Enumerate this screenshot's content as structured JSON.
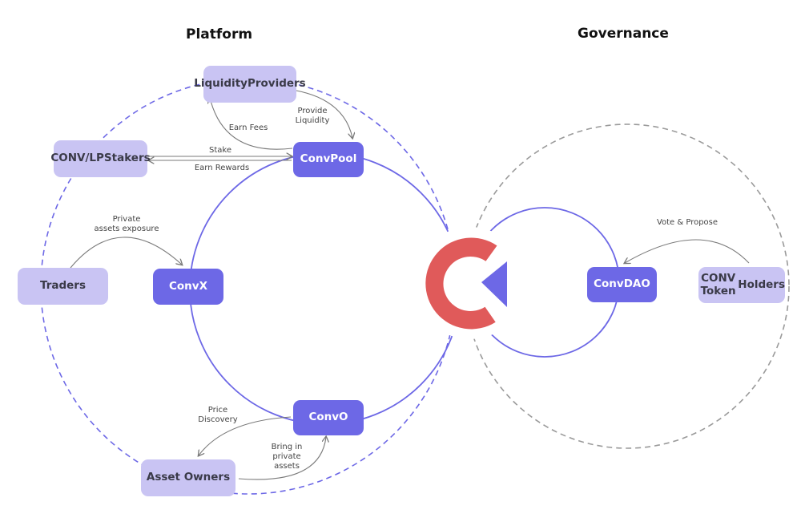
{
  "titles": {
    "platform": "Platform",
    "governance": "Governance"
  },
  "nodes": {
    "liquidity_providers": [
      "Liquidity",
      "Providers"
    ],
    "stakers": [
      "CONV/LP",
      "Stakers"
    ],
    "traders": "Traders",
    "asset_owners": "Asset Owners",
    "conv_token_holders": [
      "CONV Token",
      "Holders"
    ],
    "convpool": "ConvPool",
    "convx": "ConvX",
    "convo": "ConvO",
    "convdao": "ConvDAO"
  },
  "edges": {
    "provide_liquidity": [
      "Provide",
      "Liquidity"
    ],
    "earn_fees": "Earn Fees",
    "stake": "Stake",
    "earn_rewards": "Earn Rewards",
    "private_exposure": [
      "Private",
      "assets exposure"
    ],
    "price_discovery": [
      "Price",
      "Discovery"
    ],
    "bring_in_assets": [
      "Bring in",
      "private",
      "assets"
    ],
    "vote_propose": "Vote & Propose"
  },
  "icons": {
    "center_logo": "convergence-logo-icon"
  },
  "colors": {
    "ring": "#6d68e6",
    "dashed_platform": "#6d68e6",
    "dashed_governance": "#9a9a9a",
    "node_light": "#c9c4f3",
    "node_dark": "#6d68e6",
    "logo_red": "#e05a5a",
    "logo_purple": "#6d68e6",
    "arrow": "#7a7a7a"
  }
}
